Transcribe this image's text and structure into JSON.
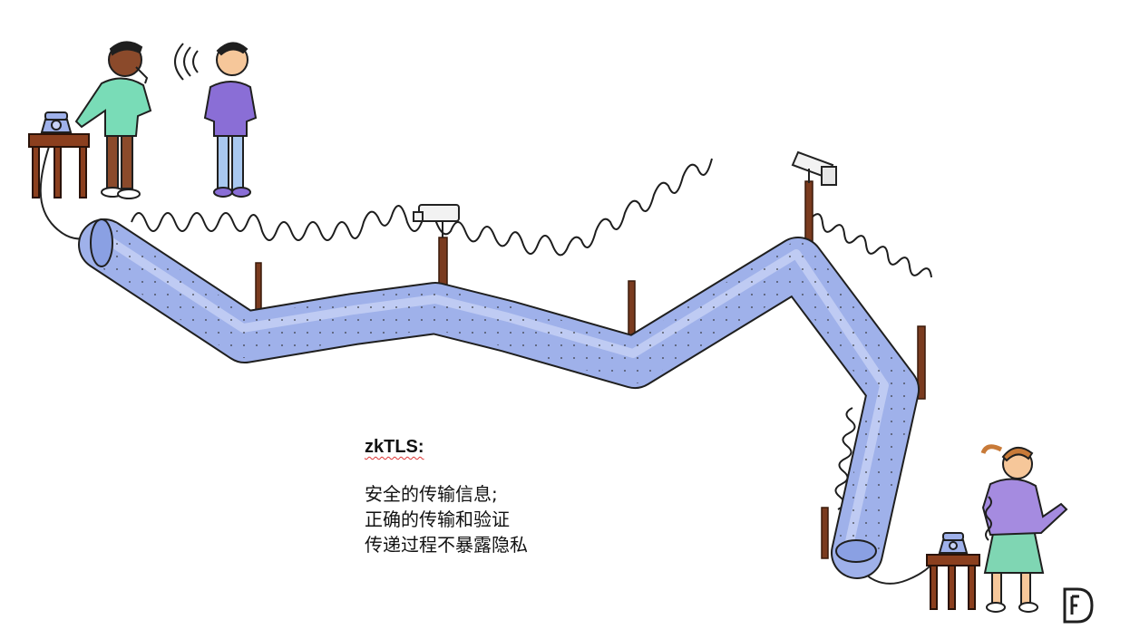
{
  "caption": {
    "title": "zkTLS:",
    "lines": [
      "安全的传输信息;",
      "正确的传输和验证",
      "传递过程不暴露隐私"
    ]
  },
  "icons": {
    "phone_left": "telephone-icon",
    "phone_right": "telephone-icon",
    "camera_1": "security-camera-icon",
    "camera_2": "security-camera-icon",
    "logo": "brand-logo-icon"
  },
  "colors": {
    "pipe": "#9fb1ea",
    "pipe_shadow": "#7f93d6",
    "wire": "#222222",
    "post": "#7a3b1f",
    "man_shirt": "#79dcb7",
    "eavesdropper_shirt": "#8a6ed6",
    "woman_shirt": "#a58be0",
    "woman_skirt": "#7fd6b3",
    "table": "#8b3f1e"
  }
}
